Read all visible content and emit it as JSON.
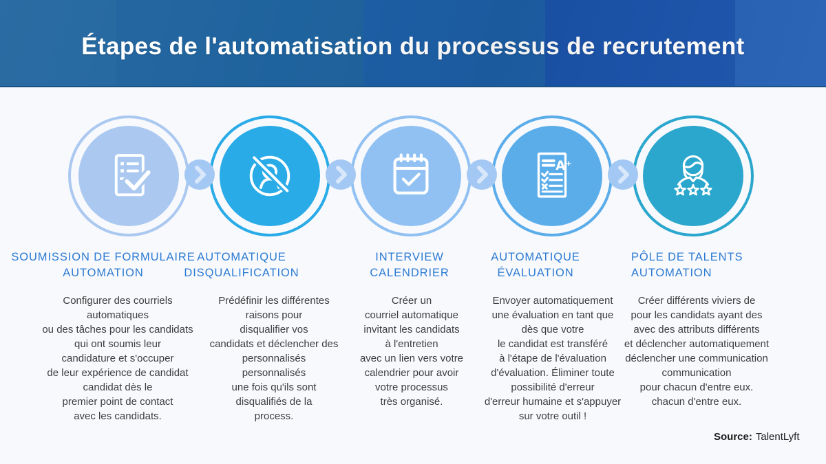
{
  "header": {
    "title": "Étapes de l'automatisation du processus de recrutement"
  },
  "steps": [
    {
      "title": "SOUMISSION DE FORMULAIRE\nAUTOMATION",
      "description": "Configurer des courriels\nautomatiques\nou des tâches pour les candidats\nqui ont soumis leur\ncandidature et s'occuper\nde leur expérience de candidat\ncandidat dès le\npremier point de contact\navec les candidats.",
      "icon": "form-checklist-icon",
      "circle_color": "#abc9f0"
    },
    {
      "title": "AUTOMATIQUE\nDISQUALIFICATION",
      "description": "Prédéfinir les différentes\nraisons pour\ndisqualifier vos\ncandidats et déclencher des\npersonnalisés\npersonnalisés\nune fois qu'ils sont\ndisqualifiés de la\nprocess.",
      "icon": "person-slash-icon",
      "circle_color": "#29abe8"
    },
    {
      "title": "INTERVIEW\nCALENDRIER",
      "description": "Créer un\ncourriel automatique\ninvitant les candidats\nà l'entretien\navec un lien vers votre\ncalendrier pour avoir\nvotre processus\ntrès organisé.",
      "icon": "calendar-check-icon",
      "circle_color": "#90c1f2"
    },
    {
      "title": "AUTOMATIQUE\nÉVALUATION",
      "description": "Envoyer automatiquement\nune évaluation en tant que\ndès que votre\nle candidat est transféré\nà l'étape de l'évaluation\nd'évaluation. Éliminer toute\npossibilité d'erreur\nd'erreur humaine et s'appuyer\nsur votre outil !",
      "icon": "grade-sheet-icon",
      "circle_color": "#5badea"
    },
    {
      "title": "PÔLE DE TALENTS\nAUTOMATION",
      "description": "Créer différents viviers de\npour les candidats ayant des\navec des attributs différents\net déclencher automatiquement\ndéclencher une communication\ncommunication\npour chacun d'entre eux.\nchacun d'entre eux.",
      "icon": "talent-stars-icon",
      "circle_color": "#2ba7cd"
    }
  ],
  "source": {
    "label": "Source:",
    "value": "TalentLyft"
  },
  "colors": {
    "header_bg": "#1f639e",
    "header_text": "#ffffff",
    "step_title_blue": "#2b7ad2",
    "body_text": "#3d3d3d",
    "background": "#f8f9fd",
    "arrow_circle": "#a3c8f3",
    "arrow_chevron": "#d9e7fb",
    "icon_stroke": "#ffffff"
  }
}
